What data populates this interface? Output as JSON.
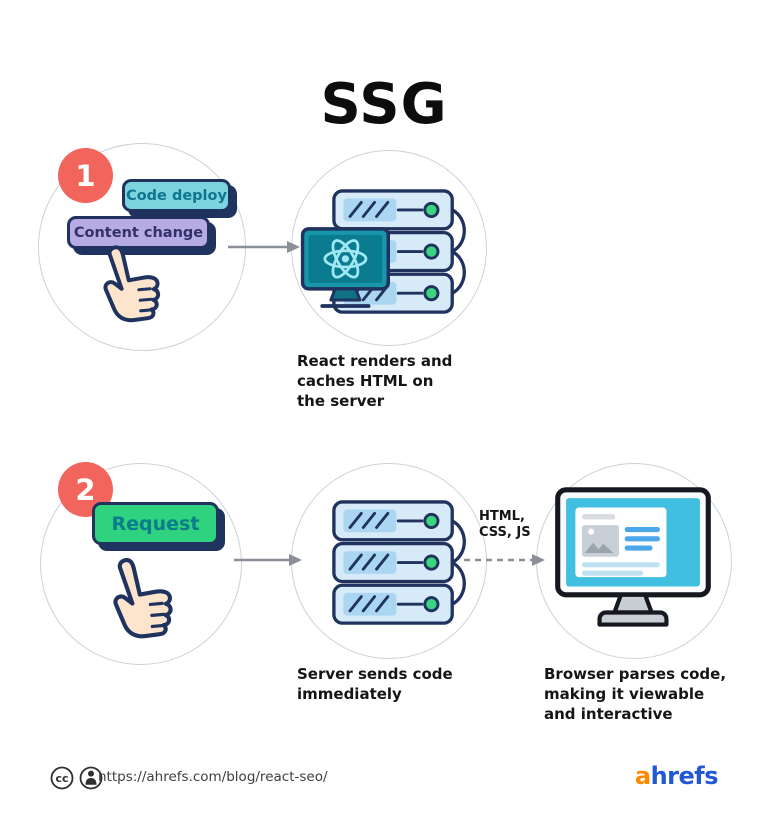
{
  "title": "SSG",
  "steps": [
    {
      "badge": "1",
      "buttons": [
        {
          "label": "Code deploy"
        },
        {
          "label": "Content change"
        }
      ],
      "caption_lines": [
        "React renders and",
        "caches HTML on",
        "the server"
      ]
    },
    {
      "badge": "2",
      "buttons": [
        {
          "label": "Request"
        }
      ],
      "transfer_lines": [
        "HTML,",
        "CSS, JS"
      ],
      "caption_lines": [
        "Server sends code",
        "immediately"
      ],
      "browser_caption_lines": [
        "Browser parses code,",
        "making it viewable",
        "and interactive"
      ]
    }
  ],
  "footer": {
    "cc_label": "cc",
    "url": "https://ahrefs.com/blog/react-seo/",
    "logo_a": "a",
    "logo_rest": "hrefs"
  },
  "icons": [
    "pointing-hand-icon",
    "server-stack-icon",
    "react-logo-monitor-icon",
    "desktop-monitor-icon",
    "arrow-right-icon",
    "dashed-arrow-icon",
    "creative-commons-icon",
    "attribution-icon"
  ],
  "colors": {
    "badge": "#F2655C",
    "code_deploy_fill": "#7BD4DD",
    "content_change_fill": "#B6ACE3",
    "request_fill": "#2FD27E",
    "outline_navy": "#20325E",
    "server_fill": "#D7EAF8",
    "react_screen": "#0B7B8F",
    "react_atom": "#9FE8F4",
    "browser_screen": "#41BFE1",
    "led_green": "#3BD57F",
    "arrow_gray": "#8A8F98",
    "hand_fill": "#FCE4CD",
    "logo_a_color": "#FF8A00",
    "logo_blue": "#2257D6"
  }
}
